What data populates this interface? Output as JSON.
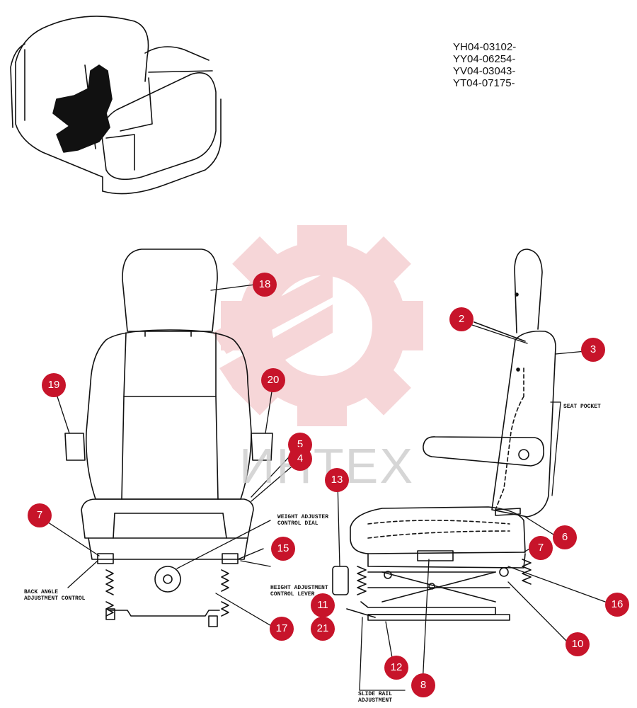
{
  "part_codes": [
    "YH04-03102-",
    "YY04-06254-",
    "YV04-03043-",
    "YT04-07175-"
  ],
  "watermark": "ИНТЕХ",
  "labels": {
    "seat_pocket": "SEAT POCKET",
    "weight_adjuster": [
      "WEIGHT ADJUSTER",
      "CONTROL DIAL"
    ],
    "back_angle": [
      "BACK ANGLE",
      "ADJUSTMENT CONTROL"
    ],
    "height_adjustment": [
      "HEIGHT ADJUSTMENT",
      "CONTROL LEVER"
    ],
    "slide_rail": [
      "SLIDE RAIL",
      "ADJUSTMENT"
    ]
  },
  "callouts": [
    "18",
    "2",
    "3",
    "19",
    "20",
    "5",
    "4",
    "13",
    "7",
    "6",
    "7",
    "15",
    "16",
    "11",
    "21",
    "17",
    "10",
    "12",
    "8"
  ],
  "colors": {
    "callout": "#c7142a",
    "line": "#111111",
    "watermark": "#f3c9cc"
  }
}
